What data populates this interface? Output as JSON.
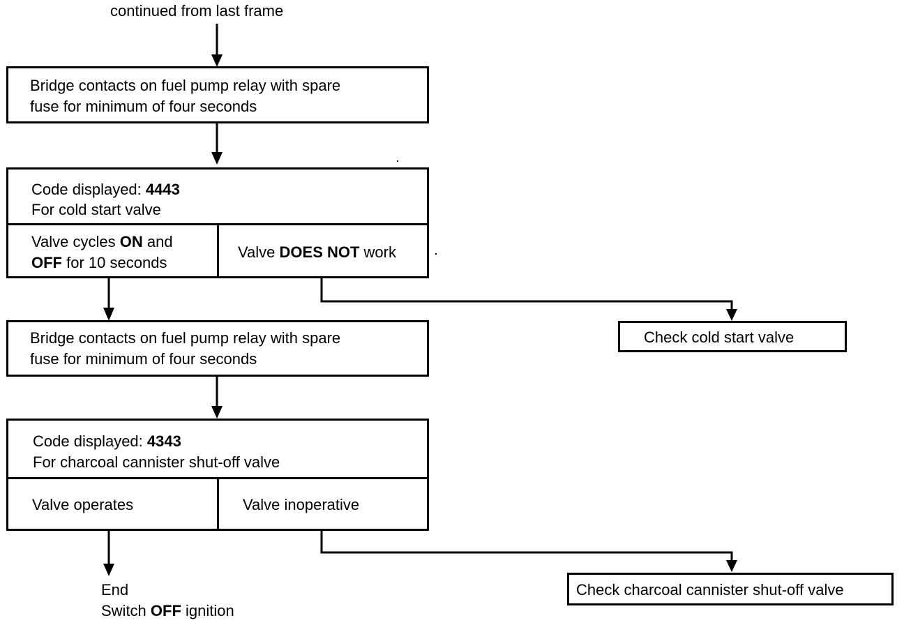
{
  "start_label": "continued from last frame",
  "step1": {
    "line1": "Bridge contacts on fuel pump relay with spare",
    "line2": "fuse for minimum of four seconds"
  },
  "test1": {
    "code_prefix": "Code displayed: ",
    "code": "4443",
    "subtitle": "For cold start valve",
    "left_a": "Valve cycles ",
    "left_b": "ON",
    "left_c": " and",
    "left_d": "OFF",
    "left_e": " for 10 seconds",
    "right_a": "Valve ",
    "right_b": "DOES NOT",
    "right_c": " work"
  },
  "side1": "Check cold start valve",
  "step2": {
    "line1": "Bridge contacts on fuel pump relay with spare",
    "line2": "fuse for minimum of four seconds"
  },
  "test2": {
    "code_prefix": "Code displayed: ",
    "code": "4343",
    "subtitle": "For charcoal cannister shut-off valve",
    "left": "Valve operates",
    "right": "Valve inoperative"
  },
  "side2": "Check charcoal cannister shut-off valve",
  "end": {
    "line1": "End",
    "line2_a": "Switch ",
    "line2_b": "OFF",
    "line2_c": " ignition"
  }
}
